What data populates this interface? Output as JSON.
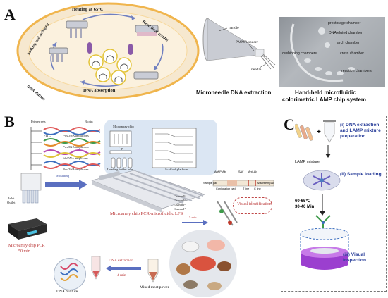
{
  "panelA": {
    "letter": "A",
    "cycle": {
      "heating": "Heating at 65°C",
      "read": "Read final results",
      "absorption": "DNA absorption",
      "elution": "DNA elution",
      "soaking": "Soaking and swinging"
    },
    "microneedle": {
      "handle": "handle",
      "spacer": "PMMA spacer",
      "needle": "needle",
      "caption": "Microneedle DNA extraction"
    },
    "chip": {
      "labels": [
        "prestorage chamber",
        "DNA eluted chamber",
        "arch chamber",
        "cushioning chambers",
        "cross chamber",
        "reaction chambers"
      ],
      "caption_line1": "Hand-held microfluidic",
      "caption_line2": "colorimetric LAMP chip system"
    }
  },
  "panelB": {
    "letter": "B",
    "primer": "Primer sets",
    "biotin": "Biotin",
    "fitc": "FITC",
    "amplicons": [
      "ᴬdsDNA amplicons",
      "ᴮdsDNA amplicons",
      "ᶜdsDNA amplicons",
      "ᴰdsDNA amplicons"
    ],
    "microarray_chip": "Microarray chip",
    "lip": "Lip",
    "loading_buffer": "Loading buffer tube",
    "scaffold": "Scaffold platform",
    "inlet": "Inlet",
    "outlet": "Outlet",
    "mounting": "Mounting",
    "lfs_labels": {
      "sample_pad": "Sample pad",
      "conjugation_pad": "Conjugation pad",
      "aunp": "AuNP-Ab",
      "sav": "SAV",
      "anti_ab": "Anti-Ab",
      "absorbent_pad": "Absorbent pad",
      "t_line": "T line",
      "c_line": "C line"
    },
    "channels": [
      "Channel¹",
      "Channel²",
      "Channel³",
      "Channel⁴"
    ],
    "visual_identification": "Visual identification",
    "five_min": "5 min",
    "pcr_lfs": "Microarray chip PCR-microfluidic LFS",
    "pcr_device": "Microarray chip PCR",
    "pcr_time": "50 min",
    "dna_mixture": "DNA mixture",
    "dna_extraction": "DNA extraction",
    "extraction_time": "4 min",
    "mixed_meat": "Mixed meat power"
  },
  "panelC": {
    "letter": "C",
    "step1": "(i) DNA extraction and LAMP mixture preparation",
    "lamp_mixture": "LAMP mixture",
    "step2": "(ii) Sample loading",
    "temp": "60-65℃",
    "time": "30-40 Min",
    "step3": "(iii) Visual inspection",
    "plus": "+"
  }
}
